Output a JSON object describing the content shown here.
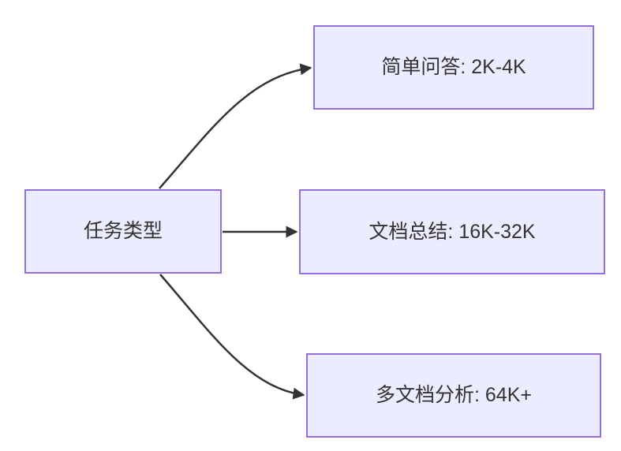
{
  "diagram": {
    "type": "flowchart",
    "direction": "left-to-right",
    "nodes": [
      {
        "id": "root",
        "label": "任务类型"
      },
      {
        "id": "qa",
        "label": "简单问答: 2K-4K"
      },
      {
        "id": "summary",
        "label": "文档总结: 16K-32K"
      },
      {
        "id": "multidoc",
        "label": "多文档分析: 64K+"
      }
    ],
    "edges": [
      {
        "from": "任务类型",
        "to": "简单问答: 2K-4K",
        "style": "curved-up"
      },
      {
        "from": "任务类型",
        "to": "文档总结: 16K-32K",
        "style": "straight"
      },
      {
        "from": "任务类型",
        "to": "多文档分析: 64K+",
        "style": "curved-down"
      }
    ],
    "colors": {
      "node_fill": "#ECECFF",
      "node_border": "#9370DB",
      "text": "#333333",
      "edge": "#333333",
      "background": "#FFFFFF"
    }
  }
}
